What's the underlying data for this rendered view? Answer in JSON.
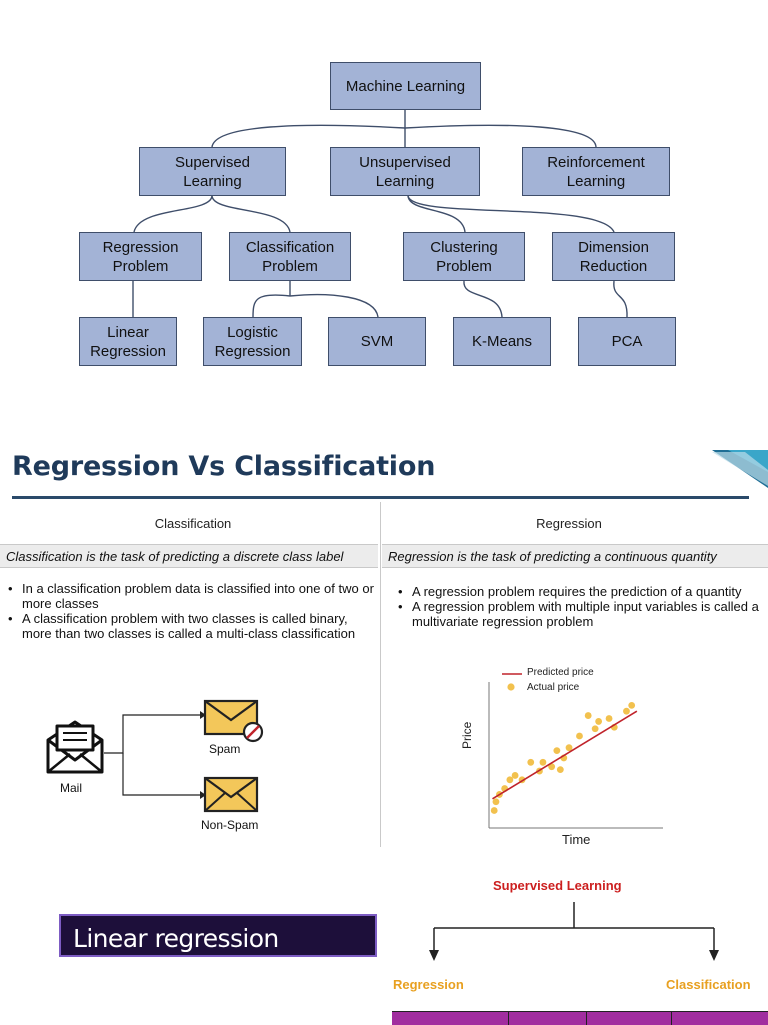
{
  "tree": {
    "root": "Machine Learning",
    "level1": [
      "Supervised\nLearning",
      "Unsupervised\nLearning",
      "Reinforcement\nLearning"
    ],
    "level2": [
      "Regression\nProblem",
      "Classification\nProblem",
      "Clustering\nProblem",
      "Dimension\nReduction"
    ],
    "level3": [
      "Linear\nRegression",
      "Logistic\nRegression",
      "SVM",
      "K-Means",
      "PCA"
    ]
  },
  "comparison": {
    "title": "Regression Vs Classification",
    "classification": {
      "heading": "Classification",
      "definition": "Classification is the task of predicting a discrete class label",
      "bullets": [
        "In a classification problem data is classified into one of two or more classes",
        "A classification problem with two classes is called binary, more than two classes is called a multi-class classification"
      ],
      "mail_label": "Mail",
      "spam_label": "Spam",
      "nonspam_label": "Non-Spam"
    },
    "regression": {
      "heading": "Regression",
      "definition": "Regression is the task of predicting a continuous quantity",
      "bullets": [
        "A regression problem requires the prediction of a quantity",
        "A regression problem with multiple input variables is called a multivariate regression problem"
      ],
      "legend_predicted": "Predicted price",
      "legend_actual": "Actual price",
      "ylabel": "Price",
      "xlabel": "Time",
      "colors": {
        "line": "#c0232b",
        "points": "#f2c14e"
      }
    }
  },
  "chart_data": {
    "type": "scatter",
    "xlabel": "Time",
    "ylabel": "Price",
    "xlim": [
      0,
      10
    ],
    "ylim": [
      0,
      10
    ],
    "series": [
      {
        "name": "Actual price",
        "kind": "points",
        "x": [
          0.3,
          0.4,
          0.6,
          0.9,
          1.2,
          1.5,
          1.9,
          2.4,
          2.9,
          3.1,
          3.6,
          3.9,
          4.1,
          4.3,
          4.6,
          5.2,
          5.7,
          6.1,
          6.3,
          6.9,
          7.2,
          7.9,
          8.2
        ],
        "y": [
          1.2,
          1.8,
          2.3,
          2.7,
          3.3,
          3.6,
          3.3,
          4.5,
          3.9,
          4.5,
          4.2,
          5.3,
          4.0,
          4.8,
          5.5,
          6.3,
          7.7,
          6.8,
          7.3,
          7.5,
          6.9,
          8.0,
          8.4
        ]
      },
      {
        "name": "Predicted price",
        "kind": "line",
        "x": [
          0.2,
          8.5
        ],
        "y": [
          2.0,
          8.0
        ]
      }
    ]
  },
  "bottom": {
    "lr_title": "Linear regression",
    "supervised": "Supervised Learning",
    "regression": "Regression",
    "classification": "Classification"
  }
}
